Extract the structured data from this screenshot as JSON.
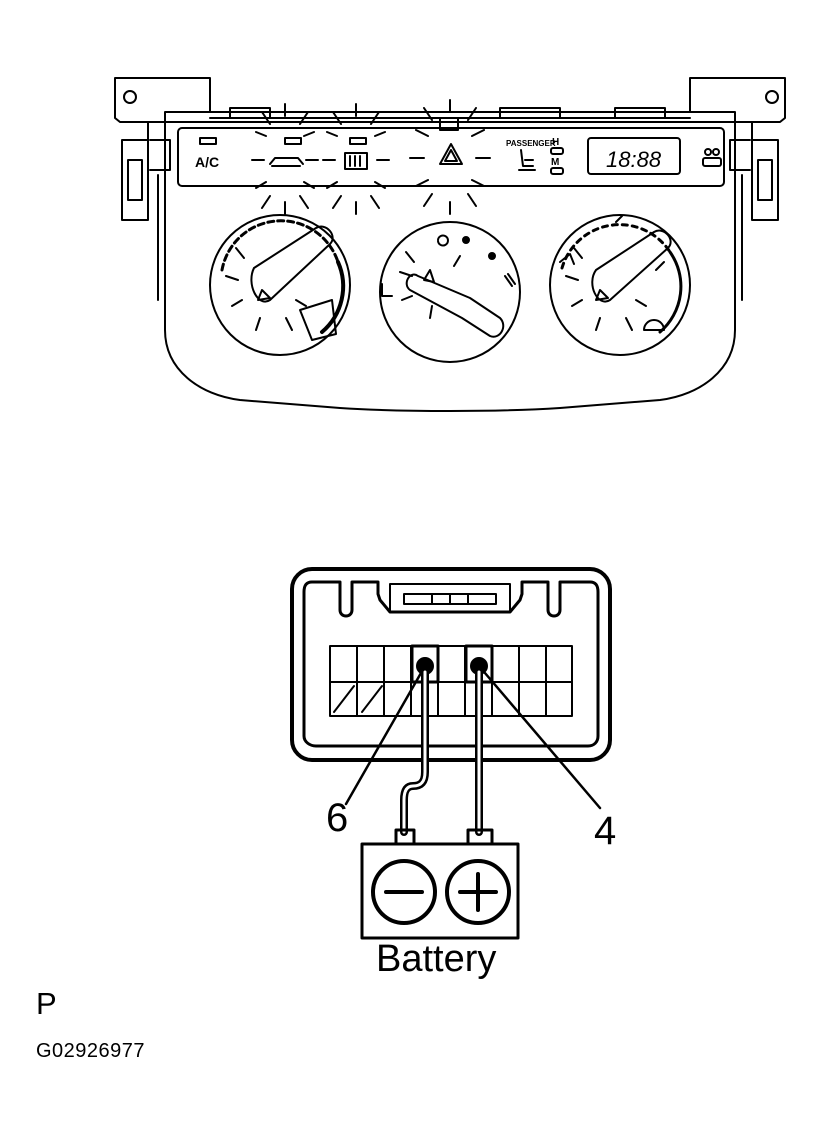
{
  "panel": {
    "ac_label": "A/C",
    "passenger_label": "PASSENGER",
    "fan_high_label": "H",
    "fan_mid_label": "M",
    "clock_display": "18:88",
    "icons": [
      "recirculation-icon",
      "rear-defogger-icon",
      "hazard-icon",
      "seat-heater-icon",
      "clock-adjust-icon",
      "windshield-defroster-icon",
      "fan-speed-icon"
    ]
  },
  "connector": {
    "pin_left_label": "6",
    "pin_right_label": "4"
  },
  "battery": {
    "label": "Battery",
    "negative_symbol": "−",
    "positive_symbol": "+"
  },
  "footer": {
    "page_letter": "P",
    "figure_code": "G02926977"
  }
}
